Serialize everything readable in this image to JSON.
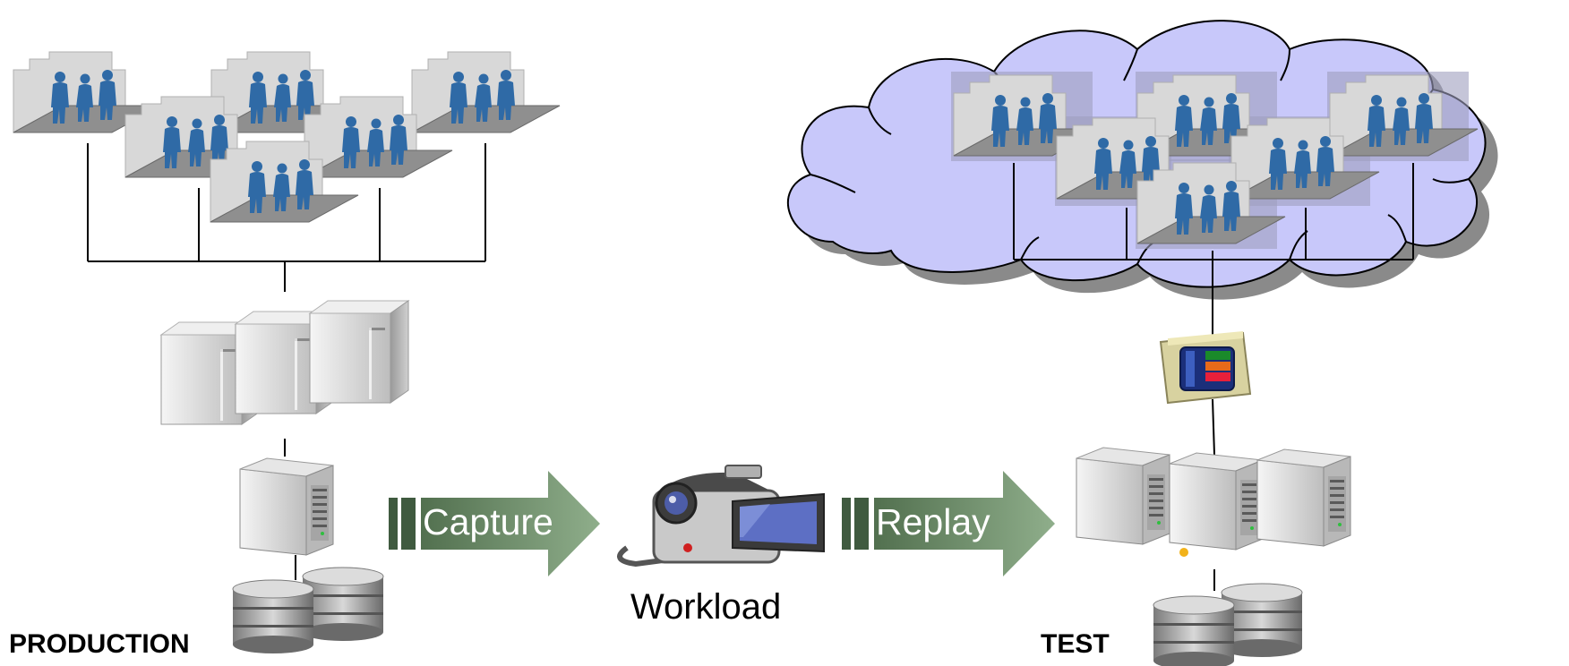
{
  "labels": {
    "production": "PRODUCTION",
    "test": "TEST",
    "workload": "Workload",
    "capture": "Capture",
    "replay": "Replay"
  },
  "colors": {
    "cloud_fill": "#c8c8f8",
    "cloud_shadow": "#8a8a8a",
    "arrow_fill": "#7a9877",
    "arrow_dark": "#3f5a3f",
    "people_fill": "#2f6aa6",
    "room_wall": "#d6d6d6",
    "room_floor": "#8c8c8c"
  },
  "icons": {
    "user_groups": "people-in-room-icon",
    "app_servers": "tower-server-icon",
    "db_server": "blade-server-icon",
    "database": "database-cylinder-icon",
    "camera": "video-camera-icon",
    "console": "monitoring-console-icon"
  }
}
